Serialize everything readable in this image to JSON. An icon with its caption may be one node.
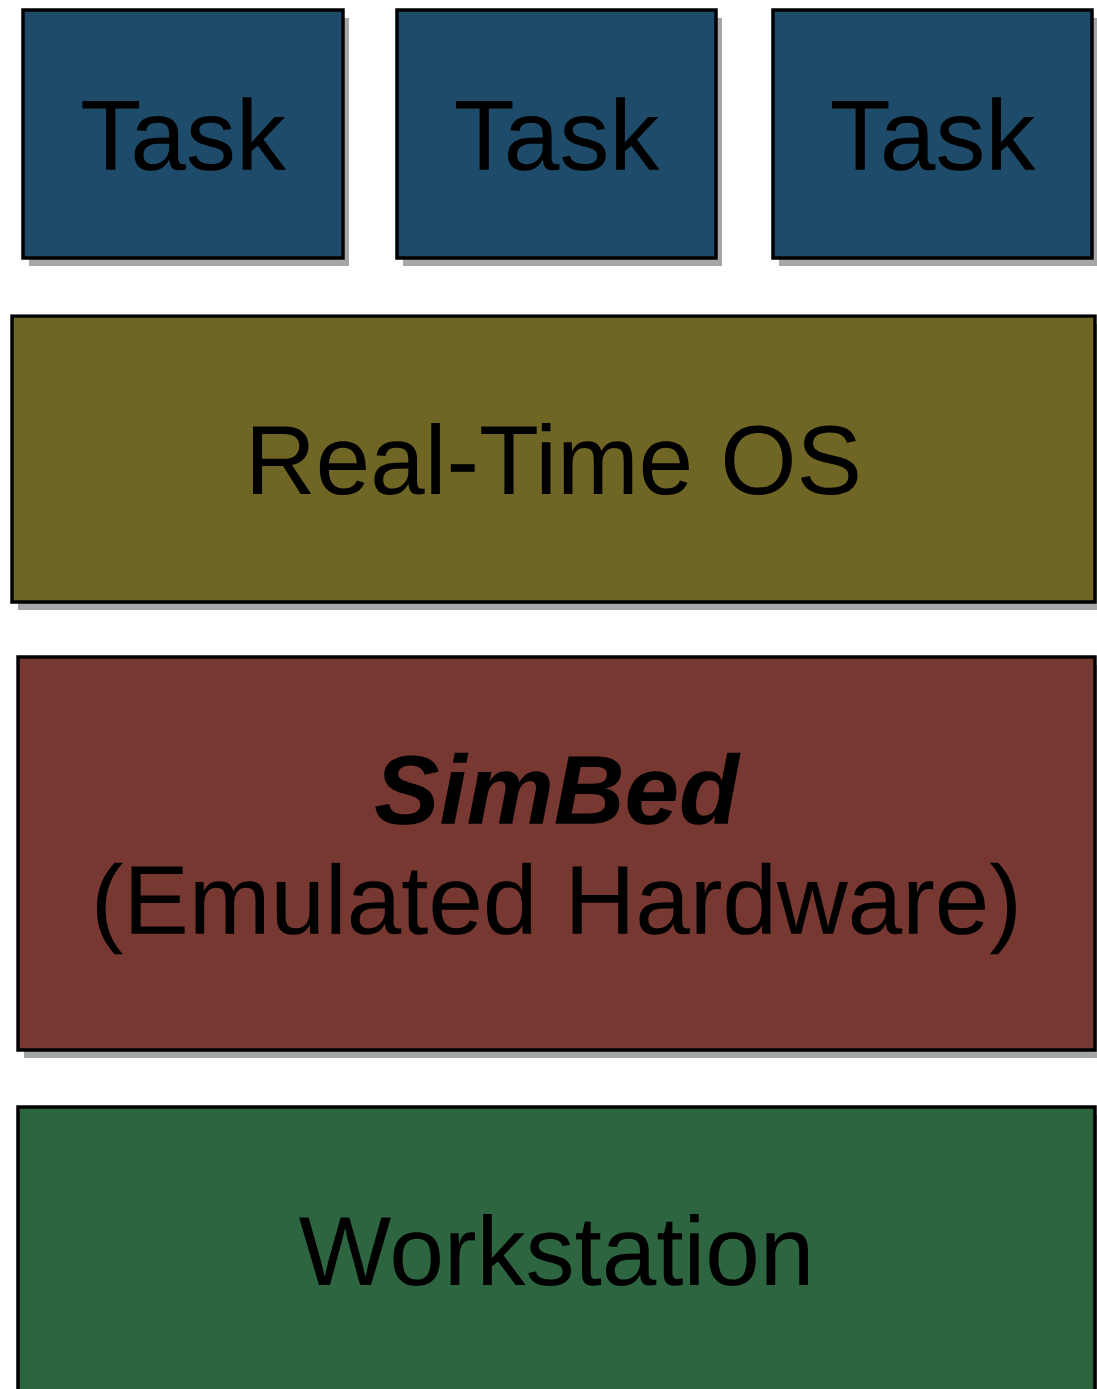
{
  "diagram": {
    "nodes": [
      {
        "text": [
          "Task"
        ]
      },
      {
        "text": [
          "Task"
        ]
      },
      {
        "text": [
          "Task"
        ]
      },
      {
        "text": [
          "Real-Time OS"
        ]
      },
      {
        "text": [
          "SimBed",
          "(Emulated Hardware)"
        ]
      },
      {
        "text": [
          "Workstation"
        ]
      }
    ]
  }
}
